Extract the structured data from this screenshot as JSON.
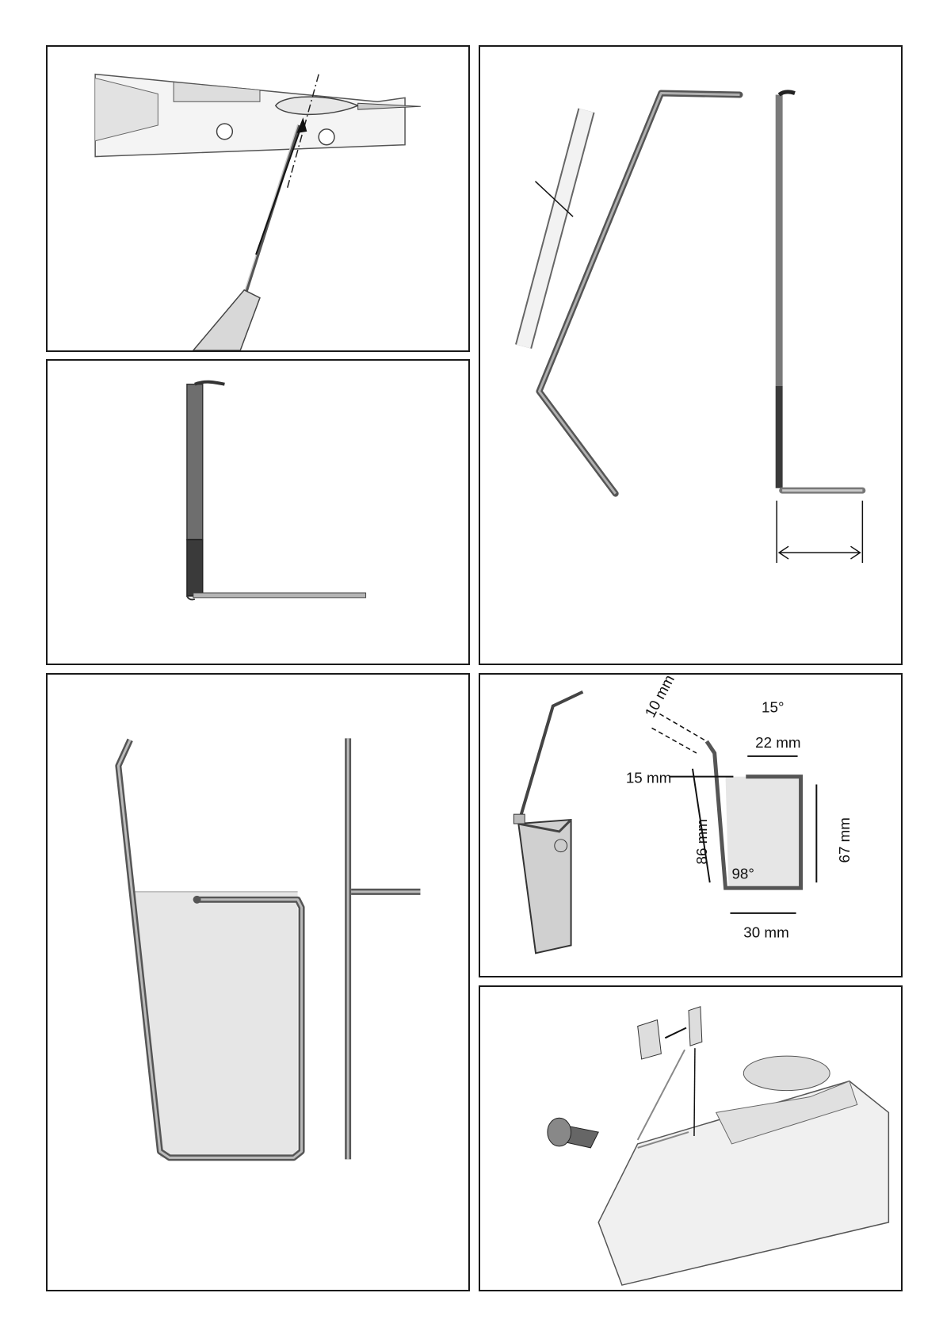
{
  "panels": [
    {
      "id": "panel-1",
      "subject": "awl drilling hole through horizontal stabilizer"
    },
    {
      "id": "panel-2",
      "subject": "pushrod side view L-bend"
    },
    {
      "id": "panel-3",
      "subject": "pushrod with tube sleeve and bend width"
    },
    {
      "id": "panel-4",
      "subject": "rudder wire frame and pushrod"
    },
    {
      "id": "panel-5",
      "subject": "rudder dimensions"
    },
    {
      "id": "panel-6",
      "subject": "gluing hinges into fuselage"
    }
  ],
  "dimensions": {
    "d10": "10 mm",
    "d15deg": "15°",
    "d22": "22 mm",
    "d15": "15 mm",
    "d86": "86 mm",
    "d67": "67 mm",
    "d98deg": "98°",
    "d30": "30 mm"
  },
  "colors": {
    "border": "#1a1a1a",
    "rod": "#7a7a7a",
    "rod_dark": "#3a3a3a",
    "fill_light": "#e6e6e6",
    "part": "#f0f0f0"
  }
}
